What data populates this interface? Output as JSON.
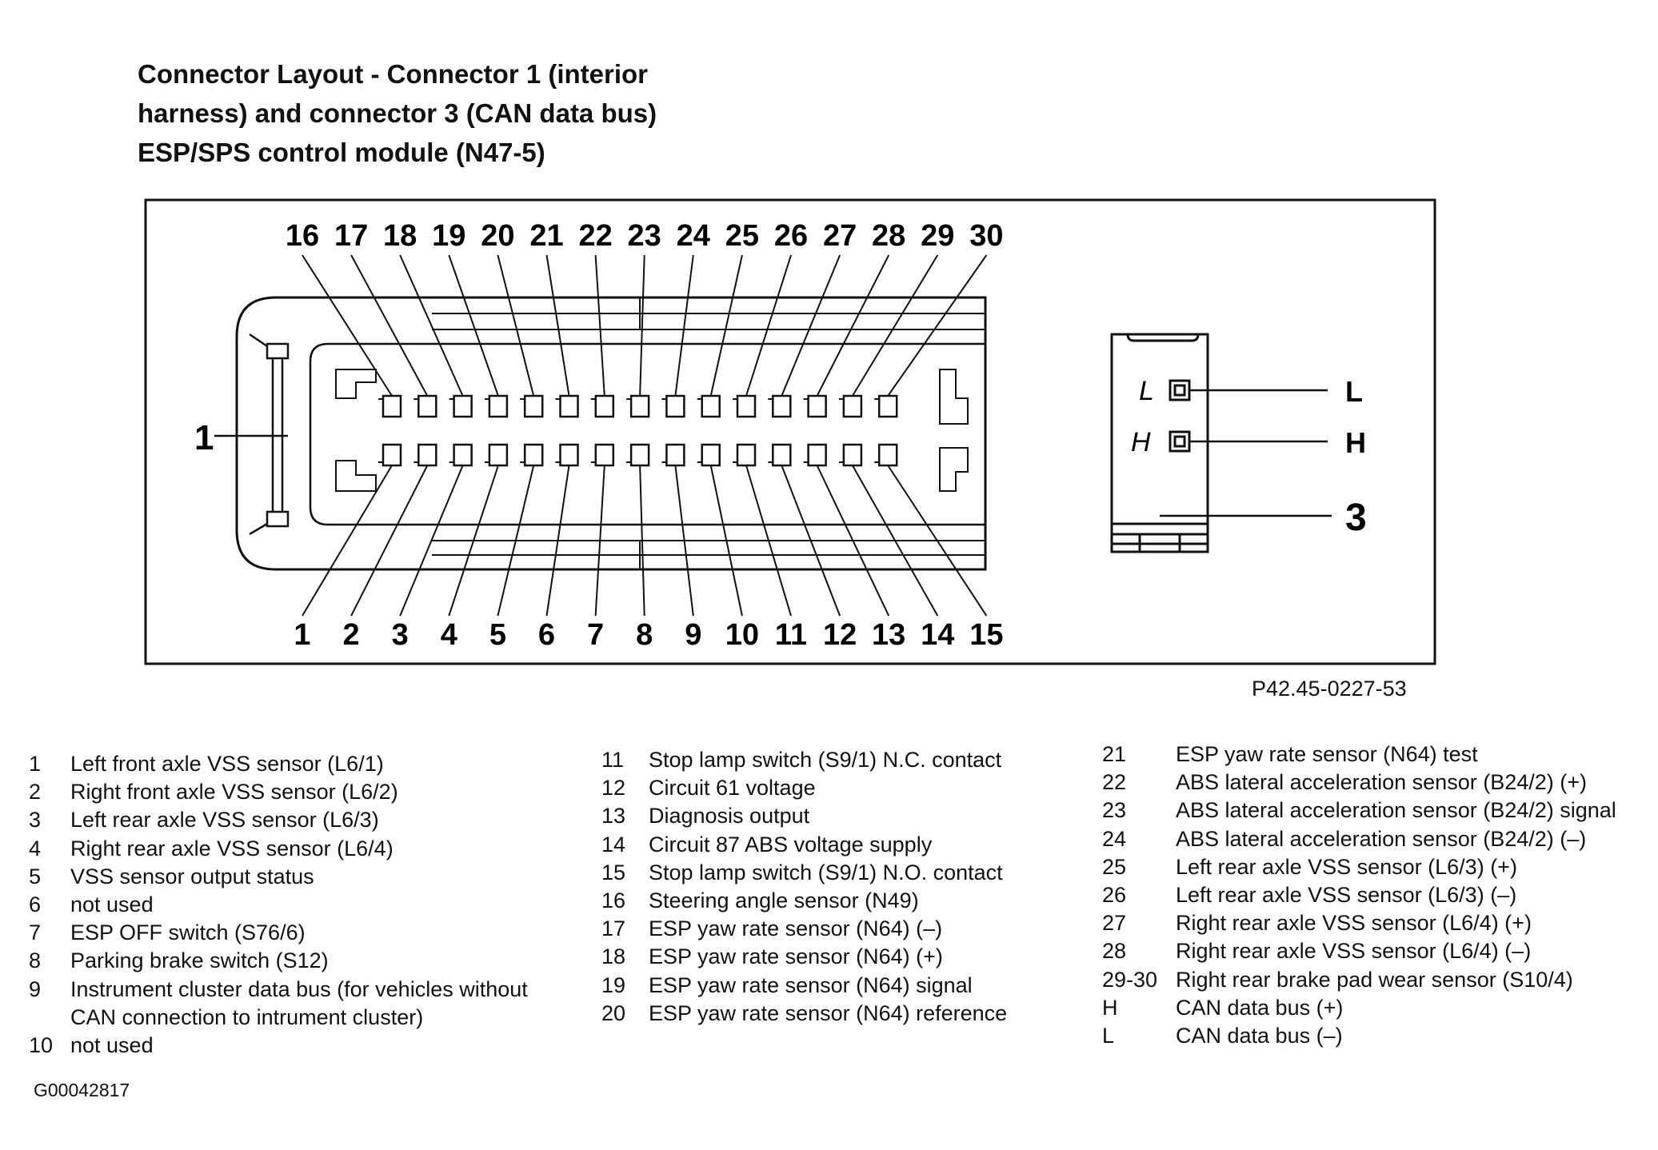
{
  "title_lines": [
    "Connector Layout - Connector 1 (interior",
    "harness) and connector 3 (CAN data bus)",
    "ESP/SPS control module (N47-5)"
  ],
  "connector1": {
    "label": "1",
    "top_pins": [
      "16",
      "17",
      "18",
      "19",
      "20",
      "21",
      "22",
      "23",
      "24",
      "25",
      "26",
      "27",
      "28",
      "29",
      "30"
    ],
    "bottom_pins": [
      "1",
      "2",
      "3",
      "4",
      "5",
      "6",
      "7",
      "8",
      "9",
      "10",
      "11",
      "12",
      "13",
      "14",
      "15"
    ]
  },
  "connector3": {
    "label": "3",
    "pin_L_inner": "L",
    "pin_H_inner": "H",
    "pin_L": "L",
    "pin_H": "H"
  },
  "reference_code": "P42.45-0227-53",
  "legend": {
    "col1": [
      {
        "num": "1",
        "desc": "Left front axle VSS sensor (L6/1)"
      },
      {
        "num": "2",
        "desc": "Right front axle VSS sensor (L6/2)"
      },
      {
        "num": "3",
        "desc": "Left rear axle VSS sensor (L6/3)"
      },
      {
        "num": "4",
        "desc": "Right rear axle VSS sensor (L6/4)"
      },
      {
        "num": "5",
        "desc": "VSS sensor output status"
      },
      {
        "num": "6",
        "desc": "not used"
      },
      {
        "num": "7",
        "desc": "ESP OFF switch (S76/6)"
      },
      {
        "num": "8",
        "desc": "Parking brake switch (S12)"
      },
      {
        "num": "9",
        "desc": "Instrument cluster data bus (for vehicles without"
      },
      {
        "num": "",
        "desc": "CAN connection to intrument cluster)"
      },
      {
        "num": "10",
        "desc": "not used"
      }
    ],
    "col2": [
      {
        "num": "11",
        "desc": "Stop lamp switch (S9/1) N.C. contact"
      },
      {
        "num": "12",
        "desc": "Circuit 61 voltage"
      },
      {
        "num": "13",
        "desc": "Diagnosis output"
      },
      {
        "num": "14",
        "desc": "Circuit 87 ABS voltage supply"
      },
      {
        "num": "15",
        "desc": "Stop lamp switch (S9/1) N.O. contact"
      },
      {
        "num": "16",
        "desc": "Steering angle sensor (N49)"
      },
      {
        "num": "17",
        "desc": "ESP yaw rate sensor (N64)  (–)"
      },
      {
        "num": "18",
        "desc": "ESP yaw rate sensor (N64)  (+)"
      },
      {
        "num": "19",
        "desc": "ESP yaw rate sensor (N64) signal"
      },
      {
        "num": "20",
        "desc": "ESP yaw rate sensor (N64) reference"
      }
    ],
    "col3": [
      {
        "num": "21",
        "desc": "ESP yaw rate sensor (N64) test"
      },
      {
        "num": "22",
        "desc": "ABS lateral acceleration sensor (B24/2)  (+)"
      },
      {
        "num": "23",
        "desc": "ABS lateral acceleration sensor (B24/2) signal"
      },
      {
        "num": "24",
        "desc": "ABS lateral acceleration sensor (B24/2)  (–)"
      },
      {
        "num": "25",
        "desc": "Left rear axle VSS sensor (L6/3)  (+)"
      },
      {
        "num": "26",
        "desc": "Left rear axle VSS sensor (L6/3)  (–)"
      },
      {
        "num": "27",
        "desc": "Right rear axle VSS sensor (L6/4)  (+)"
      },
      {
        "num": "28",
        "desc": "Right rear axle VSS sensor (L6/4)  (–)"
      },
      {
        "num": "29-30",
        "desc": "Right rear brake pad wear sensor (S10/4)"
      },
      {
        "num": "H",
        "desc": "CAN data bus  (+)"
      },
      {
        "num": "L",
        "desc": "CAN data bus  (–)"
      }
    ]
  },
  "figure_id": "G00042817"
}
